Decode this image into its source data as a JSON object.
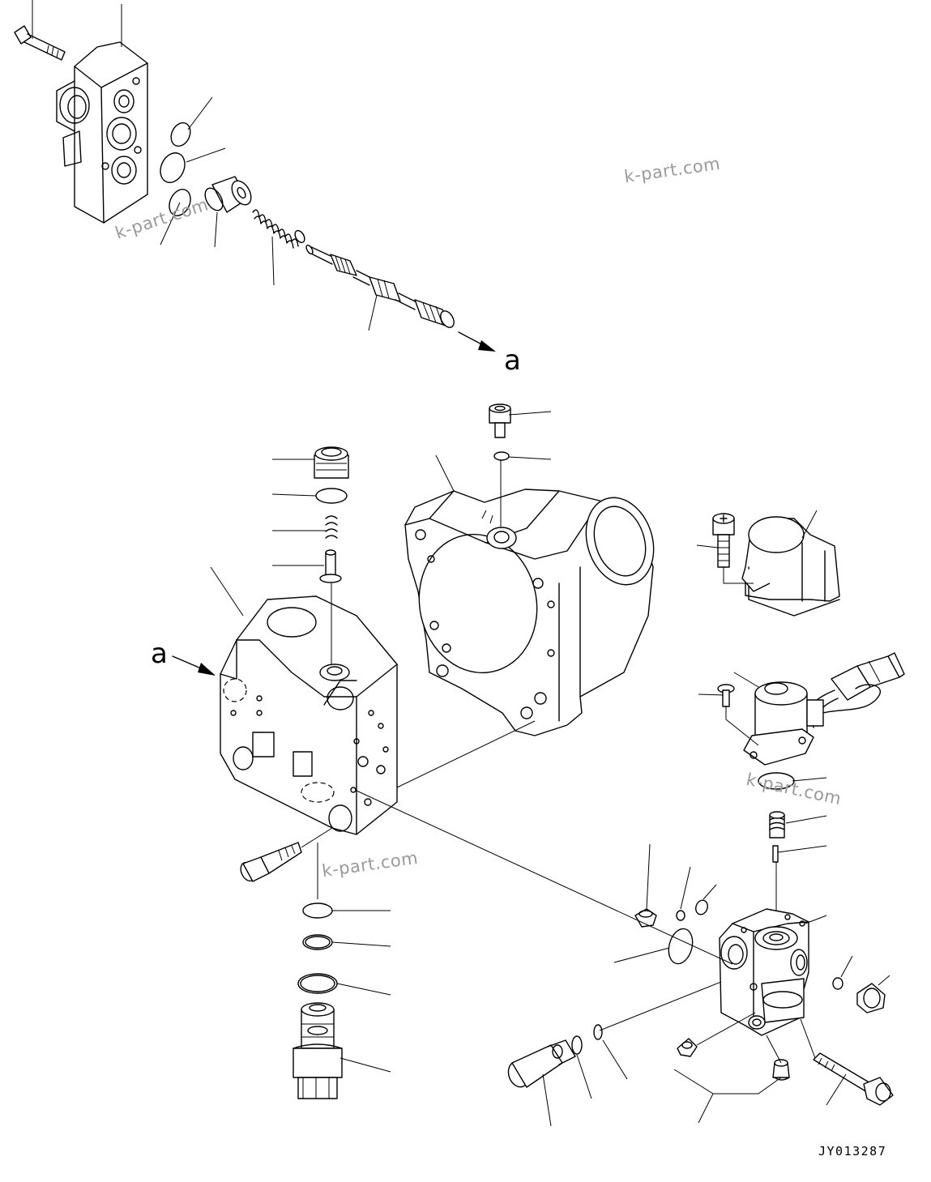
{
  "drawing": {
    "drawing_number": "JY013287",
    "view_reference_letter": "a",
    "watermarks": [
      "k-part.com",
      "k-part.com",
      "k-part.com",
      "k-part.com"
    ]
  },
  "style": {
    "line_color": "#000000",
    "watermark_color": "#9a9a9a",
    "background": "#ffffff"
  }
}
